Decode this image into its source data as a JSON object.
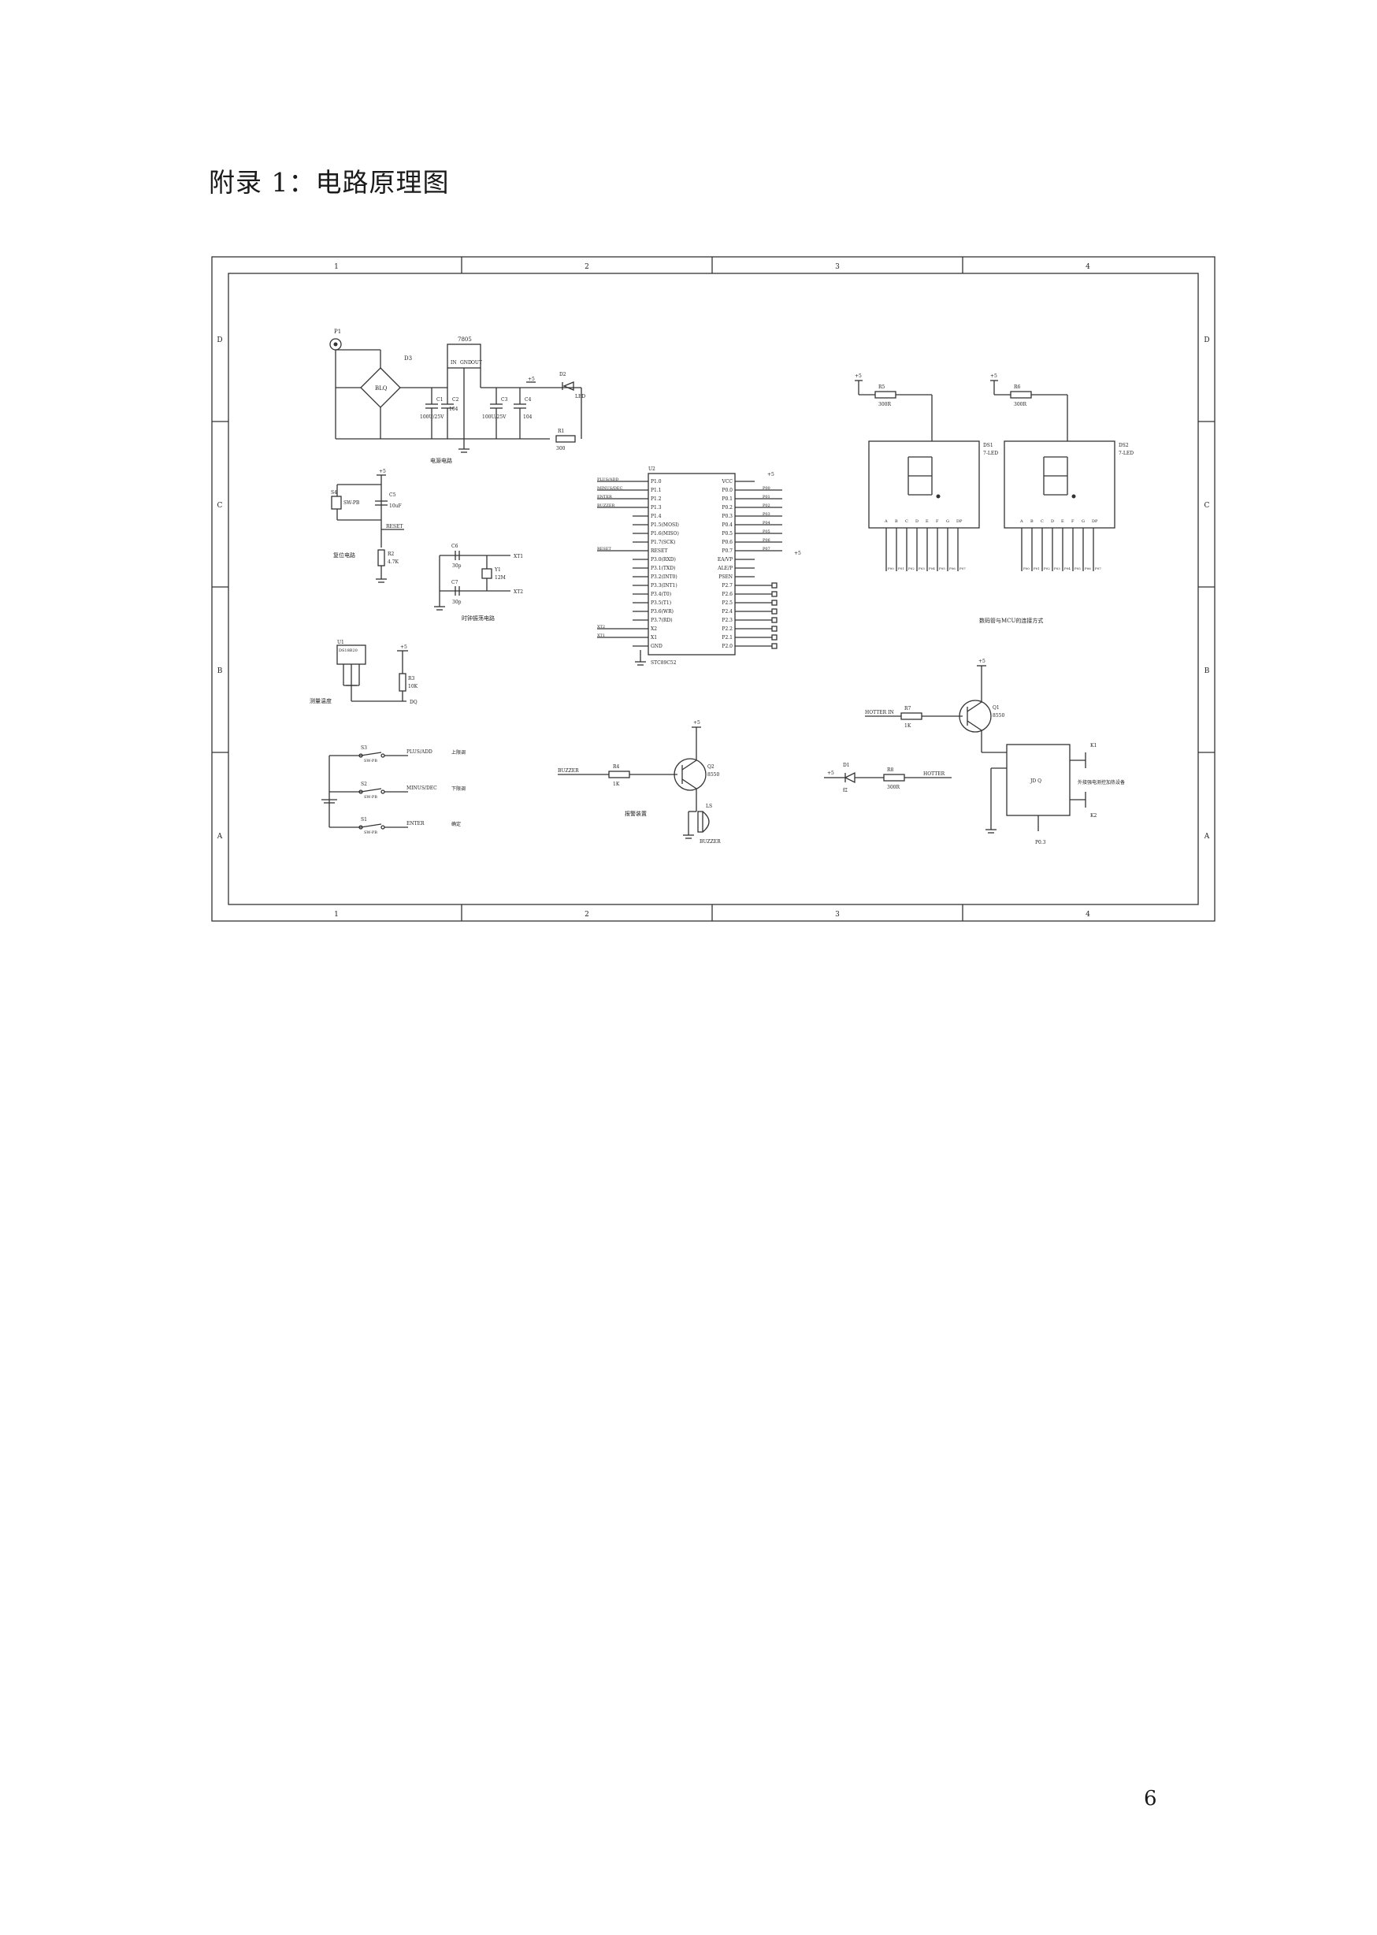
{
  "page": {
    "title": "附录 1：电路原理图",
    "page_number": "6"
  },
  "frame": {
    "columns": [
      "1",
      "2",
      "3",
      "4"
    ],
    "rows": [
      "D",
      "C",
      "B",
      "A"
    ]
  },
  "sections": {
    "power": "电源电路",
    "reset": "复位电路",
    "clock": "时钟振荡电路",
    "display": "数码管与MCU的连接方式",
    "temp": "测量温度",
    "buzzer": "报警装置",
    "relay": "外接强电测控加热设备"
  },
  "parts": {
    "p1": "P1",
    "d3": "D3",
    "bridge": "BLQ",
    "reg": "7805",
    "reg_pins": [
      "IN",
      "GND",
      "OUT"
    ],
    "c1": "C1",
    "c2": "C2",
    "c3": "C3",
    "c4": "C4",
    "c1_val": "100U/25V",
    "c2_val": "104",
    "c3_val": "100U/25V",
    "c4_val": "104",
    "d2": "D2",
    "d2_val": "LED",
    "r1": "R1",
    "r1_val": "300",
    "s4": "S4",
    "s4_val": "SW-PB",
    "c5": "C5",
    "c5_val": "10uF",
    "reset_net": "RESET",
    "r2": "R2",
    "r2_val": "4.7K",
    "c6": "C6",
    "c6_val": "30p",
    "c7": "C7",
    "c7_val": "30p",
    "y1": "Y1",
    "y1_val": "12M",
    "xt1": "XT1",
    "xt2": "XT2",
    "u1": "U1",
    "u1_val": "DS18B20",
    "r3": "R3",
    "r3_val": "10K",
    "dq": "DQ",
    "s3": "S3",
    "s2": "S2",
    "s1": "S1",
    "sw": "SW-PB",
    "plus_key": "PLUS/ADD",
    "minus_key": "MINUS/DEC",
    "enter_key": "ENTER",
    "up_label": "上限调",
    "down_label": "下限调",
    "ok_label": "确定",
    "u2": "U2",
    "mcu": "STC89C52",
    "vcc": "+5",
    "r4": "R4",
    "r4_val": "1K",
    "q2": "Q2",
    "q2_val": "8550",
    "buzzer_net": "BUZZER",
    "ls": "LS",
    "ls_val": "BUZZER",
    "r5": "R5",
    "r5_val": "300R",
    "r6": "R6",
    "r6_val": "300R",
    "ds1": "DS1",
    "ds2": "DS2",
    "seg_type": "7-LED",
    "r7": "R7",
    "r7_val": "1K",
    "q1": "Q1",
    "q1_val": "8550",
    "d1": "D1",
    "d1_val": "红",
    "r8": "R8",
    "r8_val": "300R",
    "hotter_in": "HOTTER IN",
    "hotter": "HOTTER",
    "relay_box": "JD Q",
    "relay_pins": [
      "K1",
      "K2"
    ],
    "p03": "P0.3"
  },
  "mcu_left": [
    "P1.0",
    "P1.1",
    "P1.2",
    "P1.3",
    "P1.4",
    "P1.5(MOSI)",
    "P1.6(MISO)",
    "P1.7(SCK)",
    "RESET",
    "P3.0(RXD)",
    "P3.1(TXD)",
    "P3.2(INT0)",
    "P3.3(INT1)",
    "P3.4(T0)",
    "P3.5(T1)",
    "P3.6(WR)",
    "P3.7(RD)",
    "X2",
    "X1",
    "GND"
  ],
  "mcu_right": [
    "VCC",
    "P0.0",
    "P0.1",
    "P0.2",
    "P0.3",
    "P0.4",
    "P0.5",
    "P0.6",
    "P0.7",
    "EA/VP",
    "ALE/P",
    "PSEN",
    "P2.7",
    "P2.6",
    "P2.5",
    "P2.4",
    "P2.3",
    "P2.2",
    "P2.1",
    "P2.0"
  ],
  "mcu_left_nets": [
    "PLUS/ADD",
    "MINUS/DEC",
    "ENTER",
    "BUZZER",
    "",
    "",
    "",
    "",
    "RESET",
    "",
    "",
    "",
    "",
    "",
    "",
    "",
    "",
    "XT2",
    "XT1",
    ""
  ],
  "mcu_right_nets": [
    "",
    "P00",
    "P01",
    "P02",
    "P03",
    "P04",
    "P05",
    "P06",
    "P07",
    "",
    "",
    "",
    "",
    "",
    "",
    "",
    "",
    "",
    "",
    ""
  ],
  "seg_pins": [
    "A",
    "B",
    "C",
    "D",
    "E",
    "F",
    "G",
    "DP"
  ],
  "seg_nets": [
    "P00",
    "P01",
    "P02",
    "P03",
    "P04",
    "P05",
    "P06",
    "P07"
  ]
}
